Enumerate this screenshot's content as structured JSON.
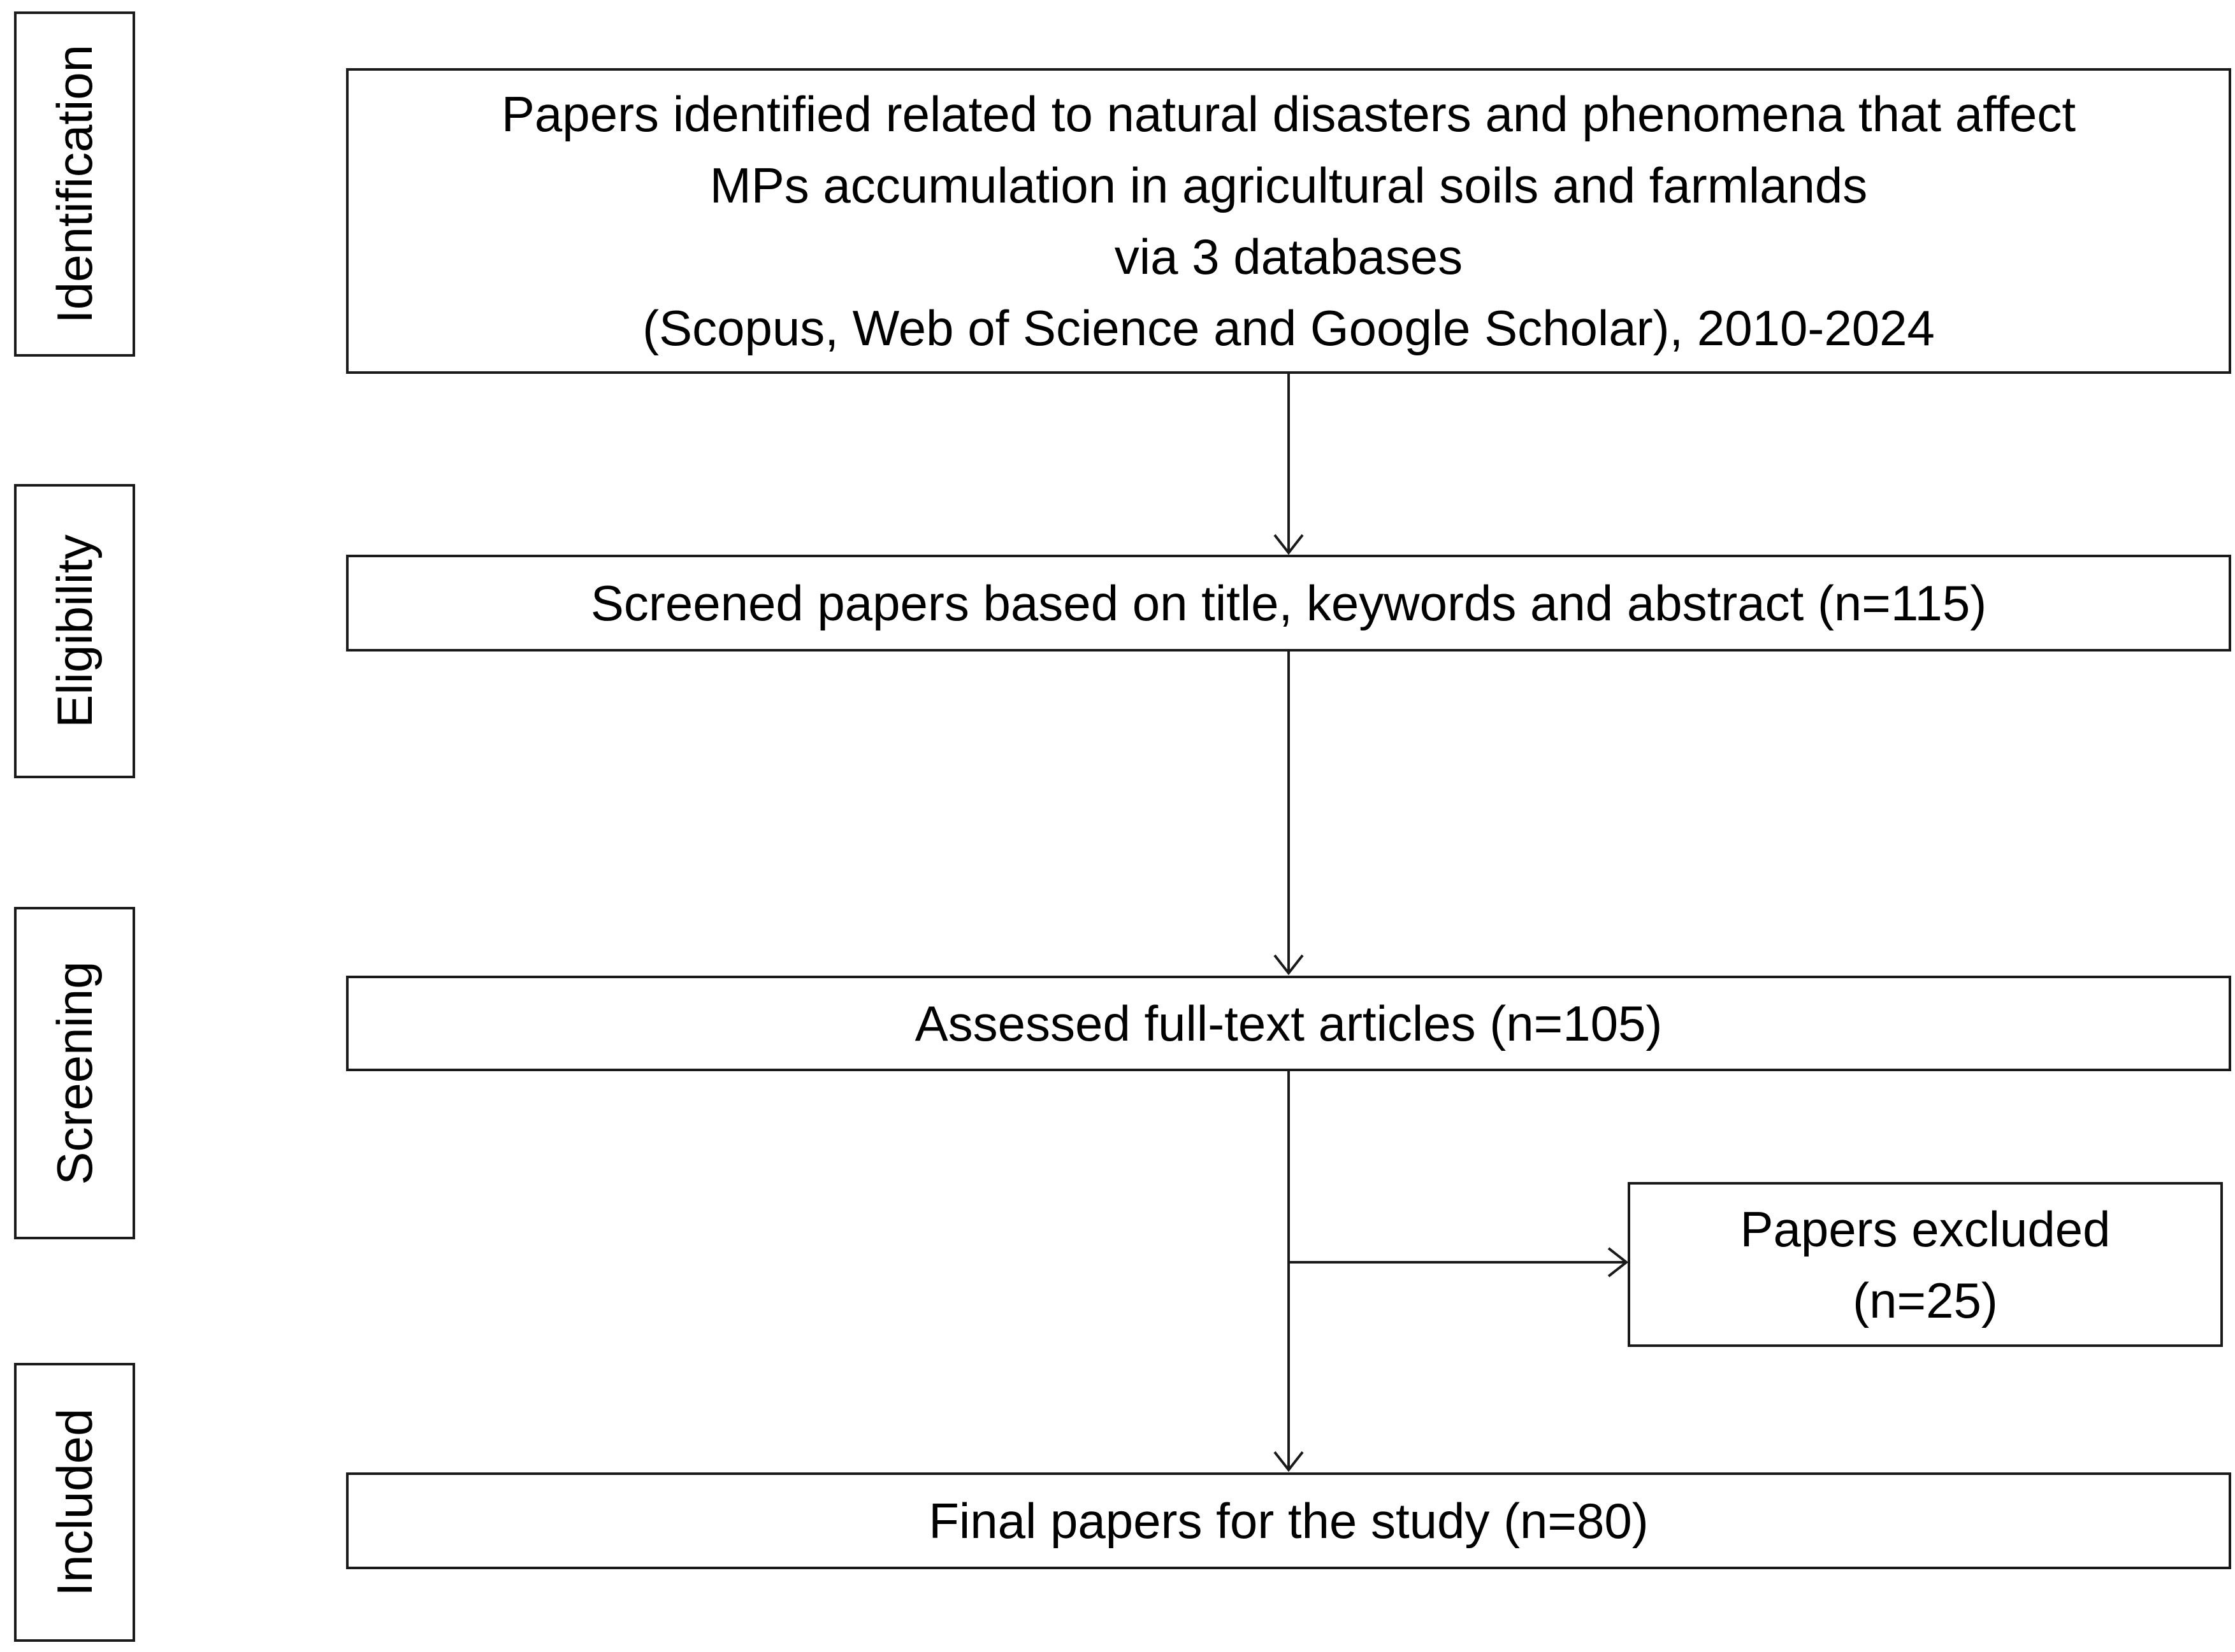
{
  "stages": [
    {
      "label": "Identification"
    },
    {
      "label": "Eligibility"
    },
    {
      "label": "Screening"
    },
    {
      "label": "Included"
    }
  ],
  "boxes": {
    "identified": {
      "lines": [
        "Papers identified related  to natural disasters and phenomena that affect",
        "MPs accumulation in agricultural soils and farmlands",
        "via 3 databases",
        "(Scopus, Web of Science and Google Scholar), 2010-2024"
      ]
    },
    "screened": {
      "text": "Screened papers based on title, keywords and abstract (n=115)"
    },
    "assessed": {
      "text": "Assessed full-text articles (n=105)"
    },
    "excluded": {
      "lines": [
        "Papers excluded",
        "(n=25)"
      ]
    },
    "final": {
      "text": "Final papers for the study (n=80)"
    }
  },
  "colors": {
    "stroke": "#1a1a1a",
    "background": "#ffffff"
  }
}
